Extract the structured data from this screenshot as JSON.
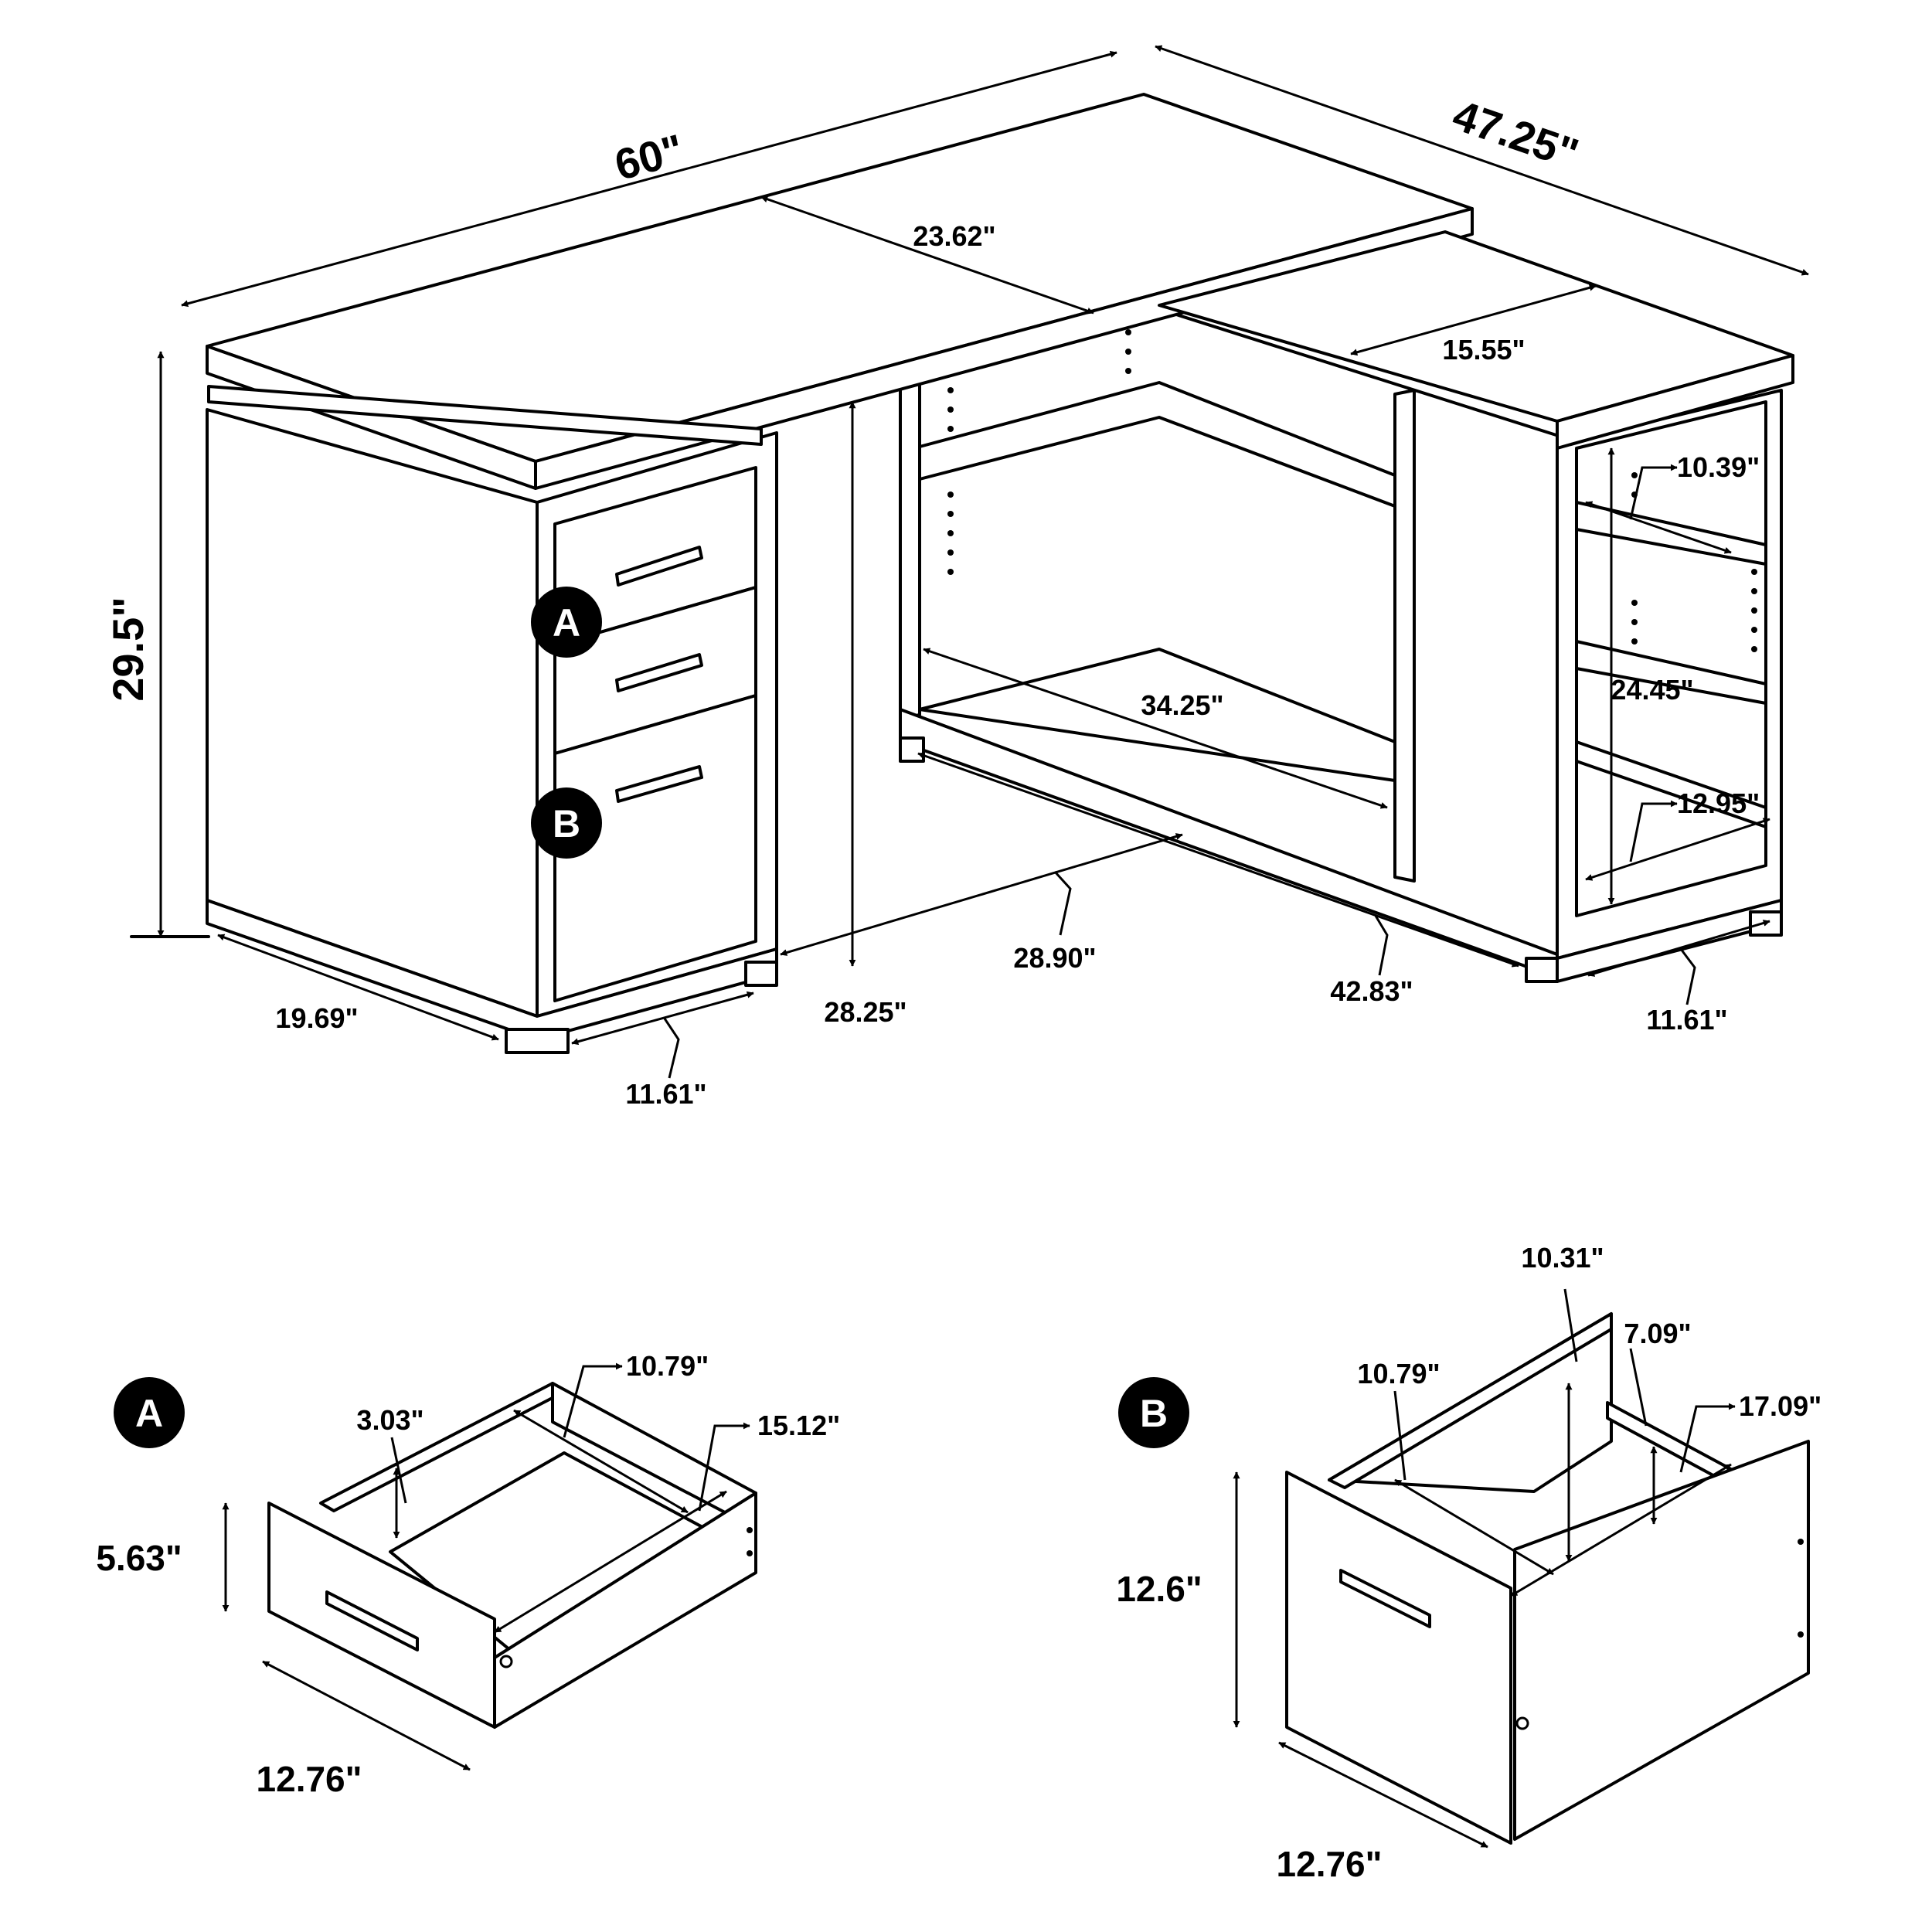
{
  "badges": {
    "a": "A",
    "b": "B"
  },
  "desk": {
    "width": "60\"",
    "depth_return": "47.25\"",
    "top_depth": "23.62\"",
    "return_top_depth": "15.55\"",
    "height": "29.5\"",
    "shelf_depth_upper": "10.39\"",
    "shelf_inner_width": "34.25\"",
    "side_shelf_height": "24.45\"",
    "shelf_depth_lower": "12.95\"",
    "knee_width": "28.90\"",
    "knee_height": "28.25\"",
    "return_length": "42.83\"",
    "pedestal_depth": "19.69\"",
    "pedestal_width": "11.61\"",
    "return_end_width": "11.61\""
  },
  "drawer_a": {
    "label": "A",
    "inner_height": "3.03\"",
    "inner_width": "10.79\"",
    "inner_depth": "15.12\"",
    "height": "5.63\"",
    "width": "12.76\""
  },
  "drawer_b": {
    "label": "B",
    "inner_height": "10.31\"",
    "inner_width": "10.79\"",
    "rail_height": "7.09\"",
    "inner_depth": "17.09\"",
    "height": "12.6\"",
    "width": "12.76\""
  }
}
